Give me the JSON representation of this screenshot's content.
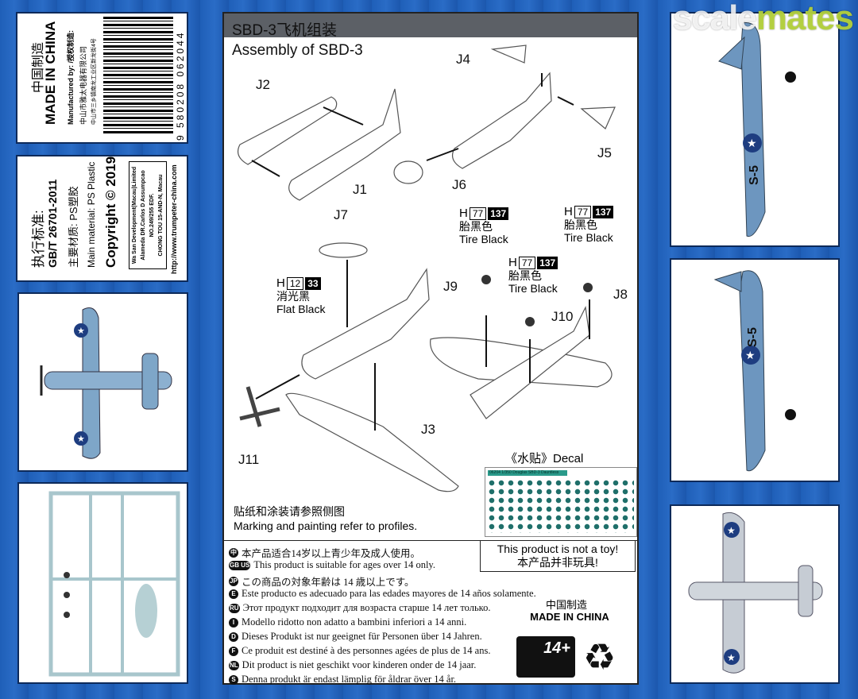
{
  "watermark": {
    "part1": "scale",
    "part2": "mates"
  },
  "left": {
    "label_panel": {
      "cn_made": "中国制造",
      "made_in_china": "MADE IN CHINA",
      "manufactured_by": "Manufactured by: /授权制造:",
      "manufacturer_cn": "中山市雅太电器有限公司",
      "address_cn": "中山市三乡镇南龙工业区新龙街4号",
      "barcode": "9 580208 062044"
    },
    "info_panel": {
      "standard_label": "执行标准:",
      "standard": "GB/T 26701-2011",
      "material_cn": "主要材质:  PS塑胶",
      "material_en": "Main material:  PS Plastic",
      "copyright": "Copyright © 2019",
      "address": [
        "Wa San Development(Macau)Limited",
        "Alameda DR.Carlos D Assumpcao",
        "NO.249/255 EDF.",
        "CHONG TOU 15-AND-N, Macau"
      ],
      "url": "http://www.trumpeter-china.com"
    }
  },
  "main": {
    "title_cn": "SBD-3飞机组装",
    "title_en": "Assembly of SBD-3",
    "parts": {
      "j1": "J1",
      "j2": "J2",
      "j3": "J3",
      "j4": "J4",
      "j5": "J5",
      "j6": "J6",
      "j7": "J7",
      "j8": "J8",
      "j9": "J9",
      "j10": "J10",
      "j11": "J11"
    },
    "paints": [
      {
        "prefix": "H",
        "code1": "12",
        "code2": "33",
        "name_cn": "消光黑",
        "name_en": "Flat Black"
      },
      {
        "prefix": "H",
        "code1": "77",
        "code2": "137",
        "name_cn": "胎黑色",
        "name_en": "Tire Black"
      },
      {
        "prefix": "H",
        "code1": "77",
        "code2": "137",
        "name_cn": "胎黑色",
        "name_en": "Tire Black"
      },
      {
        "prefix": "H",
        "code1": "77",
        "code2": "137",
        "name_cn": "胎黑色",
        "name_en": "Tire Black"
      }
    ],
    "decal": {
      "title": "《水贴》Decal",
      "sheet_label": "06204  1/350  Douglas SBD-3 Dauntless"
    },
    "marking_cn": "贴纸和涂装请参照侧图",
    "marking_en": "Marking and painting refer to profiles.",
    "warnings": [
      {
        "badge": "中",
        "text": "本产品适合14岁以上青少年及成人使用。"
      },
      {
        "badge": "GB US",
        "text": "This product is suitable for ages over 14 only."
      },
      {
        "badge": "JP",
        "text": "この商品の対象年齢は 14 歳以上です。"
      },
      {
        "badge": "E",
        "text": "Este producto es adecuado para las edades mayores de 14 años solamente."
      },
      {
        "badge": "RU",
        "text": "Этот продукт подходит для возраста старше 14 лет только."
      },
      {
        "badge": "I",
        "text": "Modello ridotto non adatto a bambini inferiori a 14 anni."
      },
      {
        "badge": "D",
        "text": "Dieses Produkt  ist nur geeignet für Personen über 14 Jahren."
      },
      {
        "badge": "F",
        "text": "Ce produit est destiné à des personnes agées de plus de 14 ans."
      },
      {
        "badge": "NL",
        "text": "Dit product is niet geschikt voor kinderen onder de 14 jaar."
      },
      {
        "badge": "S",
        "text": "Denna produkt är endast lämplig för åldrar över 14 år."
      }
    ],
    "not_toy_en": "This product is not a toy!",
    "not_toy_cn": "本产品并非玩具!",
    "made_cn": "中国制造",
    "made_en": "MADE IN CHINA",
    "age_badge": "14+"
  },
  "profiles": {
    "code": "S-5"
  }
}
